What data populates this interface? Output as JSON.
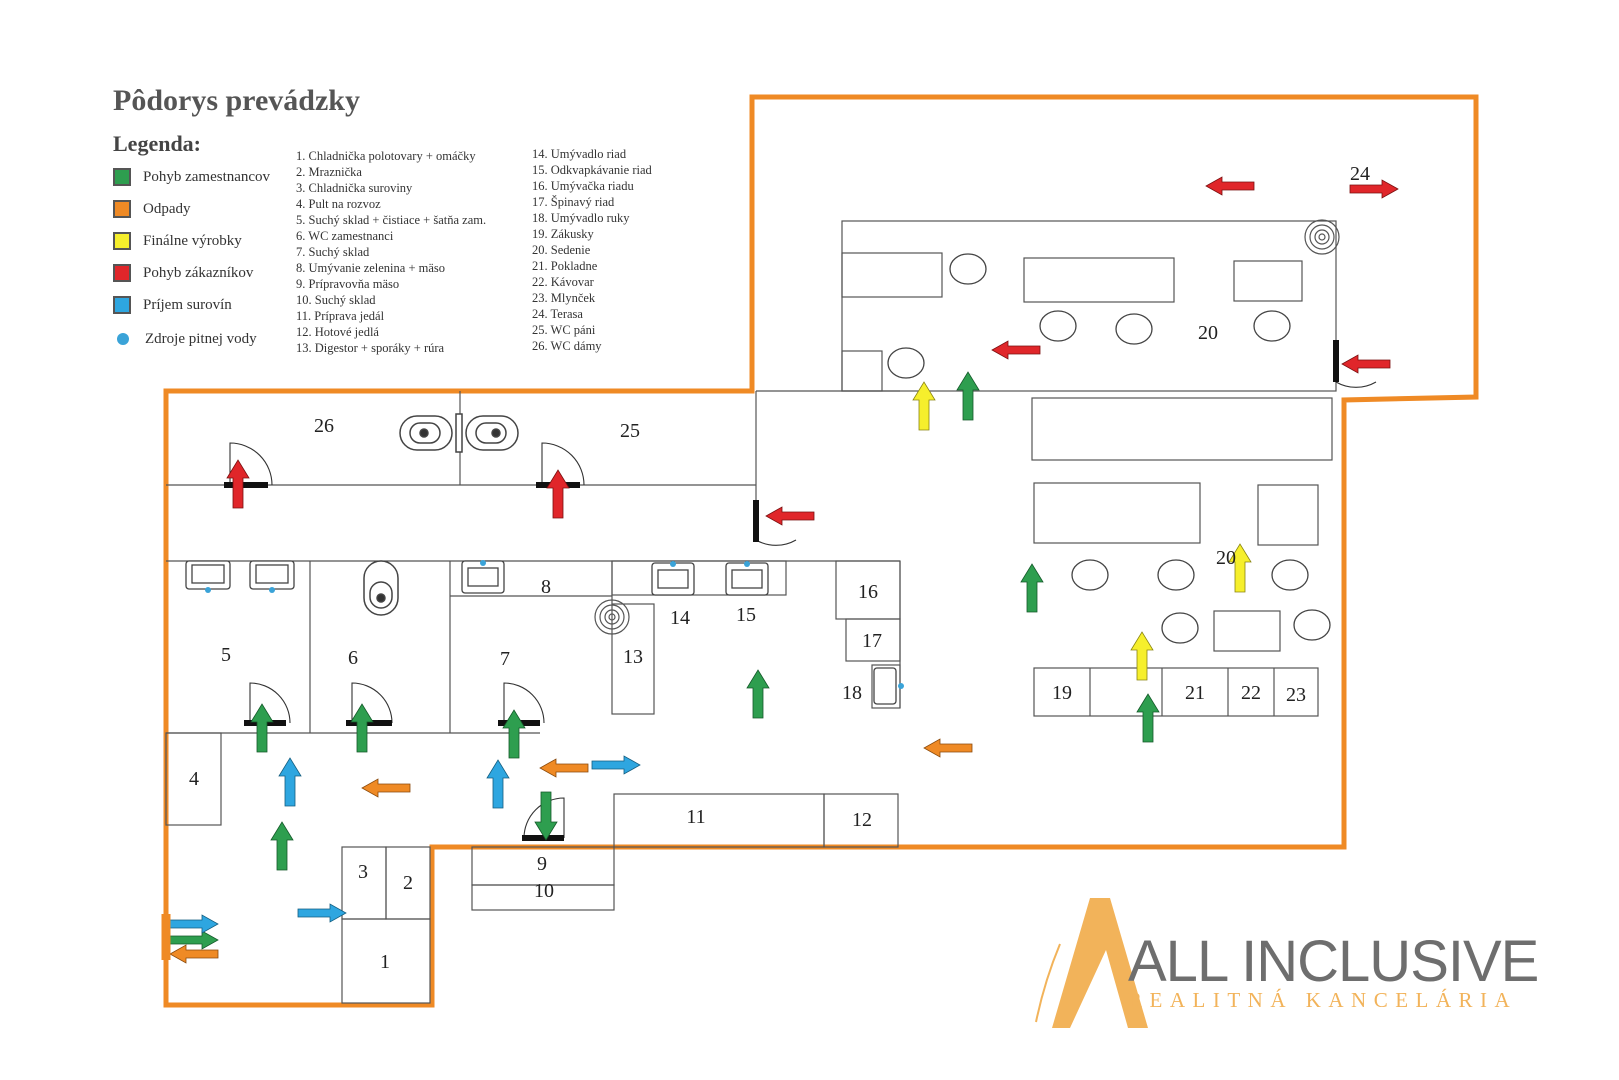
{
  "title": "Pôdorys prevádzky",
  "legend": {
    "heading": "Legenda:",
    "items": [
      {
        "label": "Pohyb zamestnancov",
        "color": "#2e9e4f"
      },
      {
        "label": "Odpady",
        "color": "#ef8a25"
      },
      {
        "label": "Finálne výrobky",
        "color": "#f6ef2c"
      },
      {
        "label": "Pohyb zákazníkov",
        "color": "#e0262a"
      },
      {
        "label": "Príjem surovín",
        "color": "#2ea6e0"
      }
    ],
    "water": {
      "label": "Zdroje pitnej vody",
      "color": "#3aa3d8"
    }
  },
  "key_items": [
    "1. Chladnička polotovary + omáčky",
    "2. Mraznička",
    "3. Chladnička suroviny",
    "4. Pult na rozvoz",
    "5. Suchý sklad + čistiace + šatňa zam.",
    "6. WC zamestnanci",
    "7. Suchý sklad",
    "8. Umývanie zelenina + mäso",
    "9. Prípravovňa mäso",
    "10. Suchý sklad",
    "11. Príprava jedál",
    "12. Hotové jedlá",
    "13. Digestor + sporáky + rúra",
    "14. Umývadlo riad",
    "15. Odkvapkávanie riad",
    "16. Umývačka riadu",
    "17. Špinavý riad",
    "18. Umývadlo ruky",
    "19. Zákusky",
    "20. Sedenie",
    "21. Pokladne",
    "22. Kávovar",
    "23. Mlynček",
    "24. Terasa",
    "25. WC páni",
    "26. WC dámy"
  ],
  "room_labels": {
    "r1": "1",
    "r2": "2",
    "r3": "3",
    "r4": "4",
    "r5": "5",
    "r6": "6",
    "r7": "7",
    "r8": "8",
    "r9": "9",
    "r10": "10",
    "r11": "11",
    "r12": "12",
    "r13": "13",
    "r14": "14",
    "r15": "15",
    "r16": "16",
    "r17": "17",
    "r18": "18",
    "r19": "19",
    "r20a": "20",
    "r20b": "20",
    "r21": "21",
    "r22": "22",
    "r23": "23",
    "r24": "24",
    "r25": "25",
    "r26": "26"
  },
  "logo": {
    "main": "ALL INCLUSIVE",
    "sub": "REALITNÁ KANCELÁRIA",
    "main_color": "#6e6e6e",
    "accent_color": "#f2b35a"
  }
}
